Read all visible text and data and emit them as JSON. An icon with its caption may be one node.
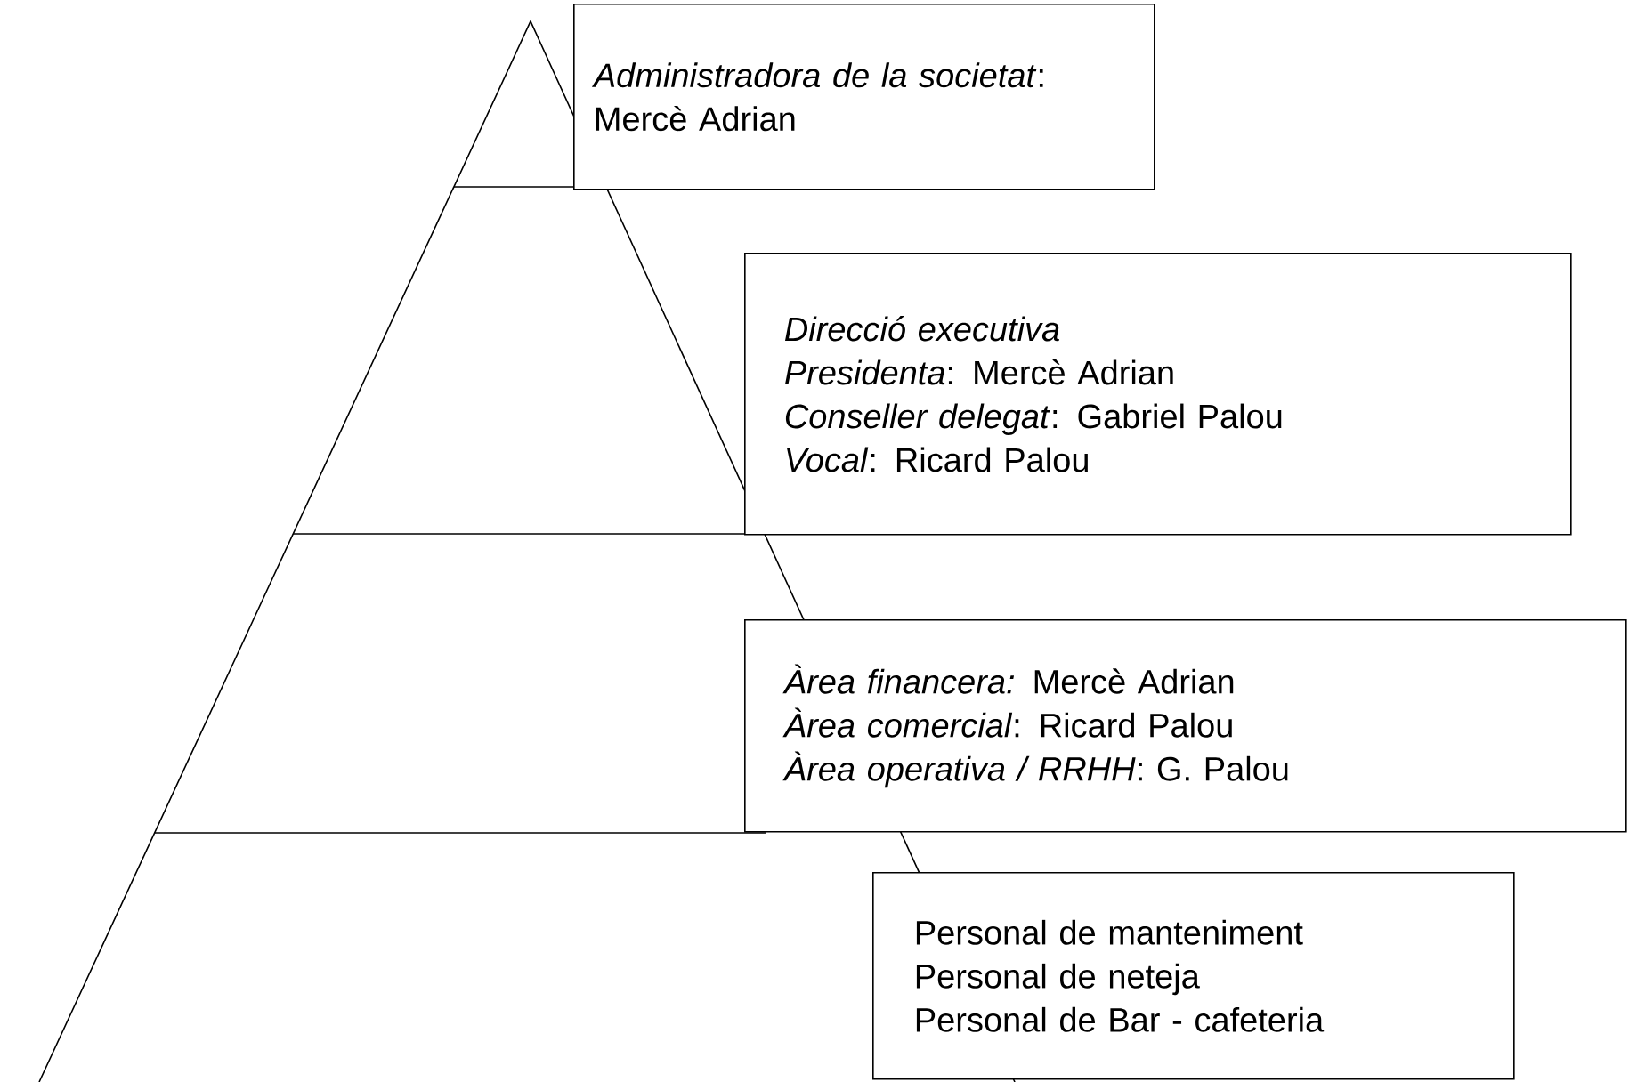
{
  "diagram": {
    "nodes": [
      {
        "text": [
          "*Administradora de la societat*: Mercè Adrian"
        ]
      },
      {
        "text": [
          "Direcció executiva",
          "*Presidenta*: Mercè Adrian",
          "*Conseller delegat*: Gabriel Palou",
          "*Vocal*: Ricard Palou"
        ]
      },
      {
        "text": [
          "*Àrea financera:* Mercè Adrian",
          "*Àrea comercial*: Ricard Palou",
          "*Àrea operativa / RRHH*: G. Palou"
        ]
      },
      {
        "text": [
          "Personal de manteniment",
          "Personal de neteja",
          "Personal de Bar - cafeteria"
        ]
      }
    ]
  }
}
